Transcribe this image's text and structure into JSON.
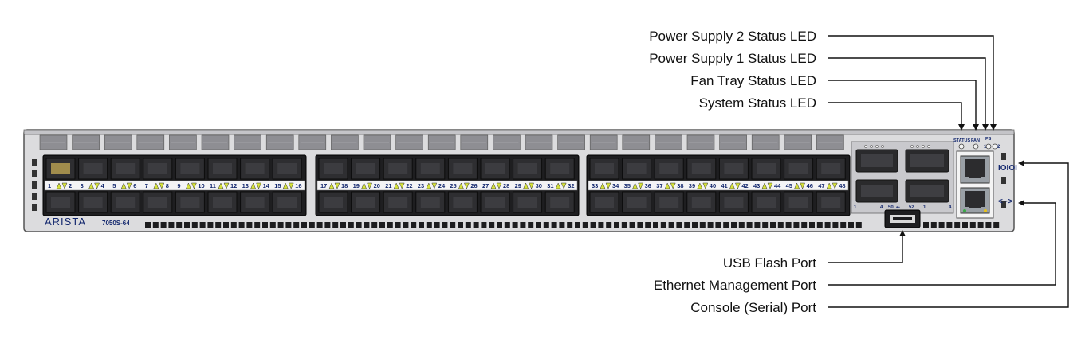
{
  "device": {
    "brand": "ARISTA",
    "model": "7050S-64"
  },
  "callouts_top": [
    "Power Supply 2 Status LED",
    "Power Supply 1 Status LED",
    "Fan Tray Status LED",
    "System Status LED"
  ],
  "callouts_bottom": [
    "USB Flash Port",
    "Ethernet Management Port",
    "Console (Serial) Port"
  ],
  "led_labels": {
    "status": "STATUS",
    "fan": "FAN",
    "ps": "PS",
    "ps1": "1",
    "ps2": "2"
  },
  "qsfp_labels": {
    "port_low": "50",
    "port_high": "52",
    "lane_left": "1",
    "lane_right": "4",
    "lane_left2": "1",
    "lane_right2": "4"
  },
  "sfp_groups": [
    {
      "ports": [
        "1",
        "2",
        "3",
        "4",
        "5",
        "6",
        "7",
        "8",
        "9",
        "10",
        "11",
        "12",
        "13",
        "14",
        "15",
        "16"
      ]
    },
    {
      "ports": [
        "17",
        "18",
        "19",
        "20",
        "21",
        "22",
        "23",
        "24",
        "25",
        "26",
        "27",
        "28",
        "29",
        "30",
        "31",
        "32"
      ]
    },
    {
      "ports": [
        "33",
        "34",
        "35",
        "36",
        "37",
        "38",
        "39",
        "40",
        "41",
        "42",
        "43",
        "44",
        "45",
        "46",
        "47",
        "48"
      ]
    }
  ]
}
